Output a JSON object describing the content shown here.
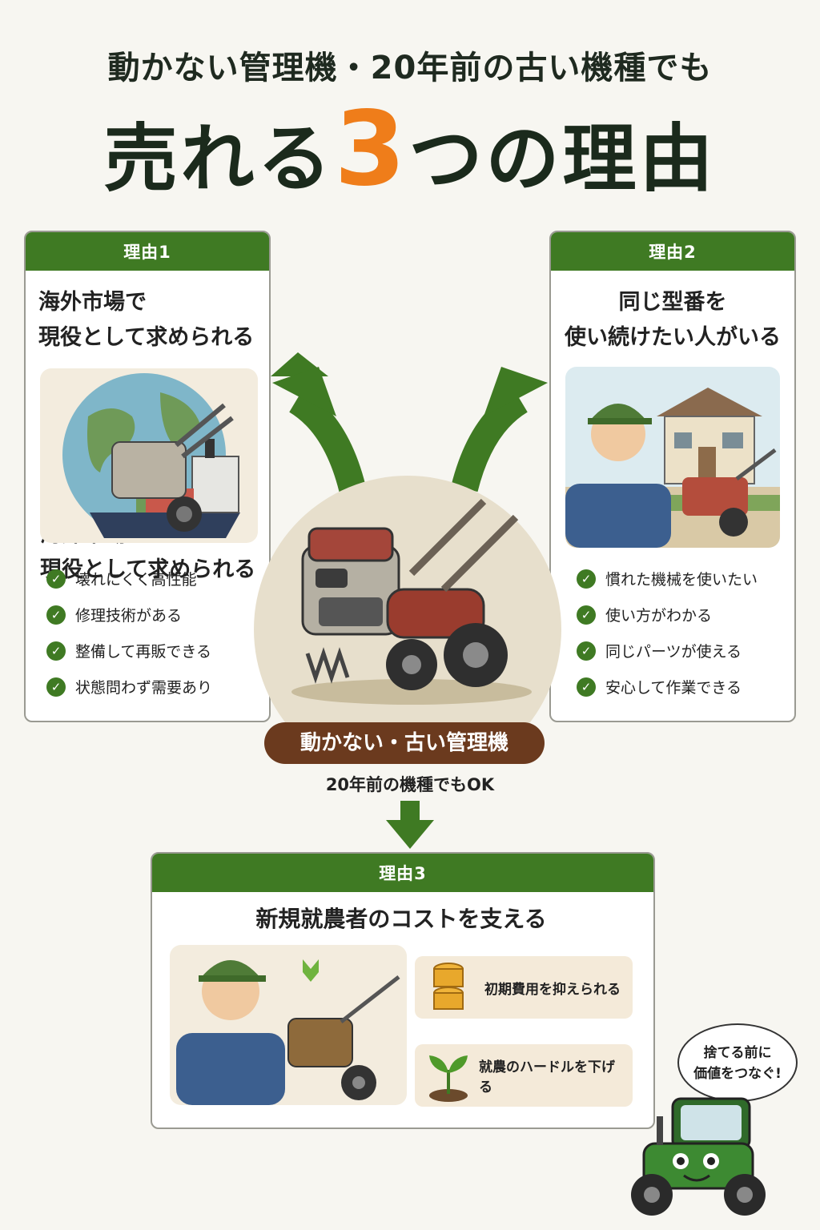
{
  "header": {
    "line1": "動かない管理機・20年前の古い機種でも",
    "line2_before": "売れる",
    "line2_number": "3",
    "line2_after": "つの理由"
  },
  "reason1": {
    "tag": "理由1",
    "title_line1": "海外市場で",
    "title_line2": "現役として求められる",
    "points": [
      "壊れにくく高性能",
      "修理技術がある",
      "整備して再販できる",
      "状態問わず需要あり"
    ]
  },
  "reason2": {
    "tag": "理由2",
    "title_line1": "同じ型番を",
    "title_line2": "使い続けたい人がいる",
    "points": [
      "慣れた機械を使いたい",
      "使い方がわかる",
      "同じパーツが使える",
      "安心して作業できる"
    ]
  },
  "center": {
    "label": "動かない・古い管理機",
    "sub": "20年前の機種でもOK"
  },
  "reason3": {
    "tag": "理由3",
    "title": "新規就農者のコストを支える",
    "benefits": [
      "初期費用を抑えられる",
      "就農のハードルを下げる"
    ]
  },
  "mascot_bubble": {
    "line1": "捨てる前に",
    "line2": "価値をつなぐ!"
  },
  "colors": {
    "accent_green": "#3f7a23",
    "accent_orange": "#ef7d1a",
    "label_brown": "#6b3a1e"
  }
}
